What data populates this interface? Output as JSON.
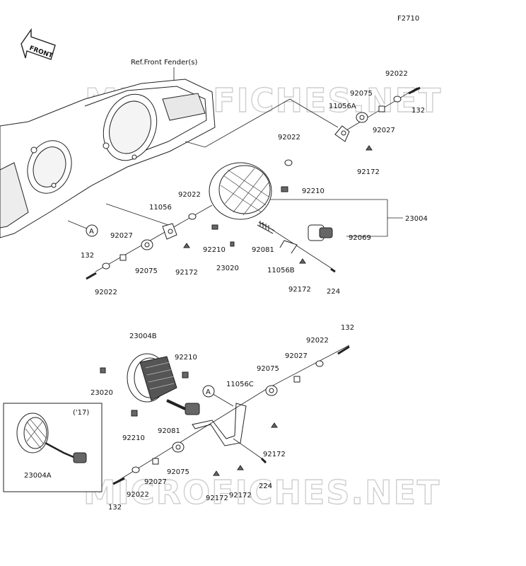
{
  "figure_code": "F2710",
  "front_label": "FRONT",
  "ref_label": "Ref.Front Fender(s)",
  "watermark": "MICROFICHES.NET",
  "inset_year": "('17)",
  "callouts": [
    "A",
    "A"
  ],
  "parts": [
    "92022",
    "92075",
    "11056A",
    "132",
    "92027",
    "92172",
    "92022",
    "92210",
    "23004",
    "92069",
    "92022",
    "11056",
    "92027",
    "92075",
    "132",
    "92022",
    "92172",
    "92210",
    "23020",
    "92081",
    "11056B",
    "92172",
    "224",
    "23004B",
    "92210",
    "23020",
    "92210",
    "92081",
    "132",
    "92022",
    "92027",
    "92075",
    "11056C",
    "92172",
    "224",
    "92075",
    "92027",
    "92022",
    "132",
    "92172",
    "92172",
    "23004A"
  ]
}
